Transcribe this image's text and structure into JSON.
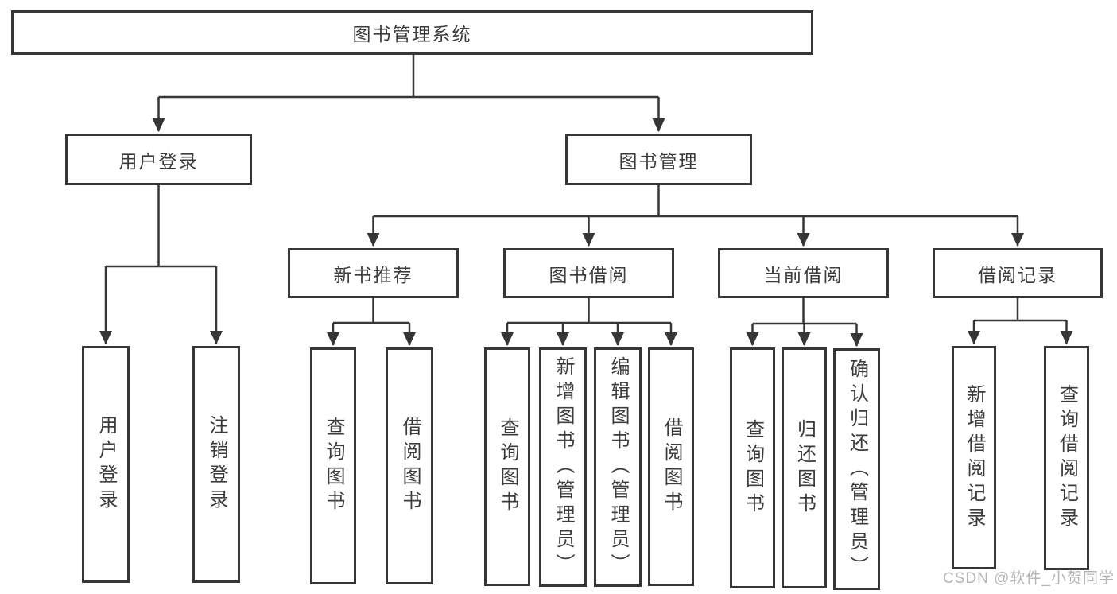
{
  "colors": {
    "line": "#363636",
    "box_border": "#363636",
    "box_background": "#ffffff",
    "text": "#3c3c3c",
    "watermark": "#b5b5b5",
    "page_background": "#ffffff"
  },
  "diagram": {
    "root": {
      "label": "图书管理系统"
    },
    "level1": [
      {
        "label": "用户登录"
      },
      {
        "label": "图书管理"
      }
    ],
    "level2": [
      {
        "label": "新书推荐"
      },
      {
        "label": "图书借阅"
      },
      {
        "label": "当前借阅"
      },
      {
        "label": "借阅记录"
      }
    ],
    "leaves": {
      "login": [
        "用户登录",
        "注销登录"
      ],
      "newbook": [
        "查询图书",
        "借阅图书"
      ],
      "borrow": [
        "查询图书",
        "新增图书（管理员）",
        "编辑图书（管理员）",
        "借阅图书"
      ],
      "current": [
        "查询图书",
        "归还图书",
        "确认归还（管理员）"
      ],
      "records": [
        "新增借阅记录",
        "查询借阅记录"
      ]
    }
  },
  "watermark": {
    "text": "CSDN @软件_小贺同学"
  }
}
